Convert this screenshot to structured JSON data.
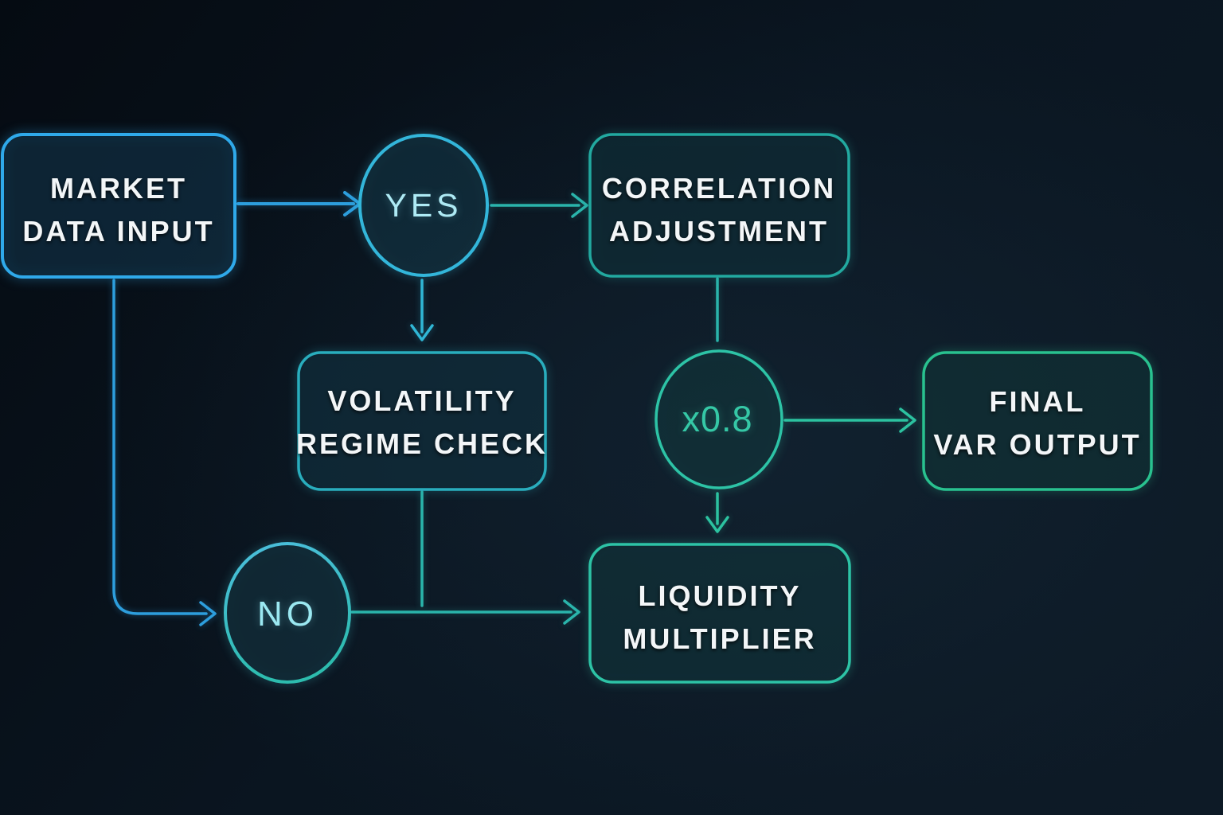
{
  "diagram": {
    "type": "flowchart",
    "topic": "VaR calculation decision flow",
    "background_color": "#0a1520",
    "colors": {
      "input_blue": "#2fa9ea",
      "decision_cyan": "#33b6da",
      "process_teal": "#22a9a0",
      "multiplier_mint": "#2dc3a6",
      "output_green": "#29c18f",
      "label_text": "#f3f6f8",
      "yes_text": "#aeeaf4",
      "no_text": "#9be8f1",
      "multiplier_text": "#35c8a6"
    },
    "nodes": {
      "market_data_input": {
        "shape": "rounded-rect",
        "line1": "MARKET",
        "line2": "DATA INPUT"
      },
      "yes_decision": {
        "shape": "circle",
        "label": "YES"
      },
      "correlation_adjustment": {
        "shape": "rounded-rect",
        "line1": "CORRELATION",
        "line2": "ADJUSTMENT"
      },
      "volatility_regime_check": {
        "shape": "rounded-rect",
        "line1": "VOLATILITY",
        "line2": "REGIME CHECK"
      },
      "multiplier": {
        "shape": "circle",
        "label": "x0.8"
      },
      "final_var_output": {
        "shape": "rounded-rect",
        "line1": "FINAL",
        "line2": "VAR OUTPUT"
      },
      "no_decision": {
        "shape": "circle",
        "label": "NO"
      },
      "liquidity_multiplier": {
        "shape": "rounded-rect",
        "line1": "LIQUIDITY",
        "line2": "MULTIPLIER"
      }
    },
    "edges": [
      {
        "from": "market_data_input",
        "to": "yes_decision",
        "arrow": true
      },
      {
        "from": "yes_decision",
        "to": "correlation_adjustment",
        "arrow": true
      },
      {
        "from": "yes_decision",
        "to": "volatility_regime_check",
        "arrow": true
      },
      {
        "from": "correlation_adjustment",
        "to": "multiplier",
        "arrow": false
      },
      {
        "from": "multiplier",
        "to": "final_var_output",
        "arrow": true
      },
      {
        "from": "multiplier",
        "to": "liquidity_multiplier",
        "arrow": true
      },
      {
        "from": "market_data_input",
        "to": "no_decision",
        "arrow": true
      },
      {
        "from": "no_decision",
        "to": "liquidity_multiplier",
        "arrow": true
      },
      {
        "from": "volatility_regime_check",
        "to": "no_to_liquidity_line",
        "arrow": false
      }
    ]
  }
}
